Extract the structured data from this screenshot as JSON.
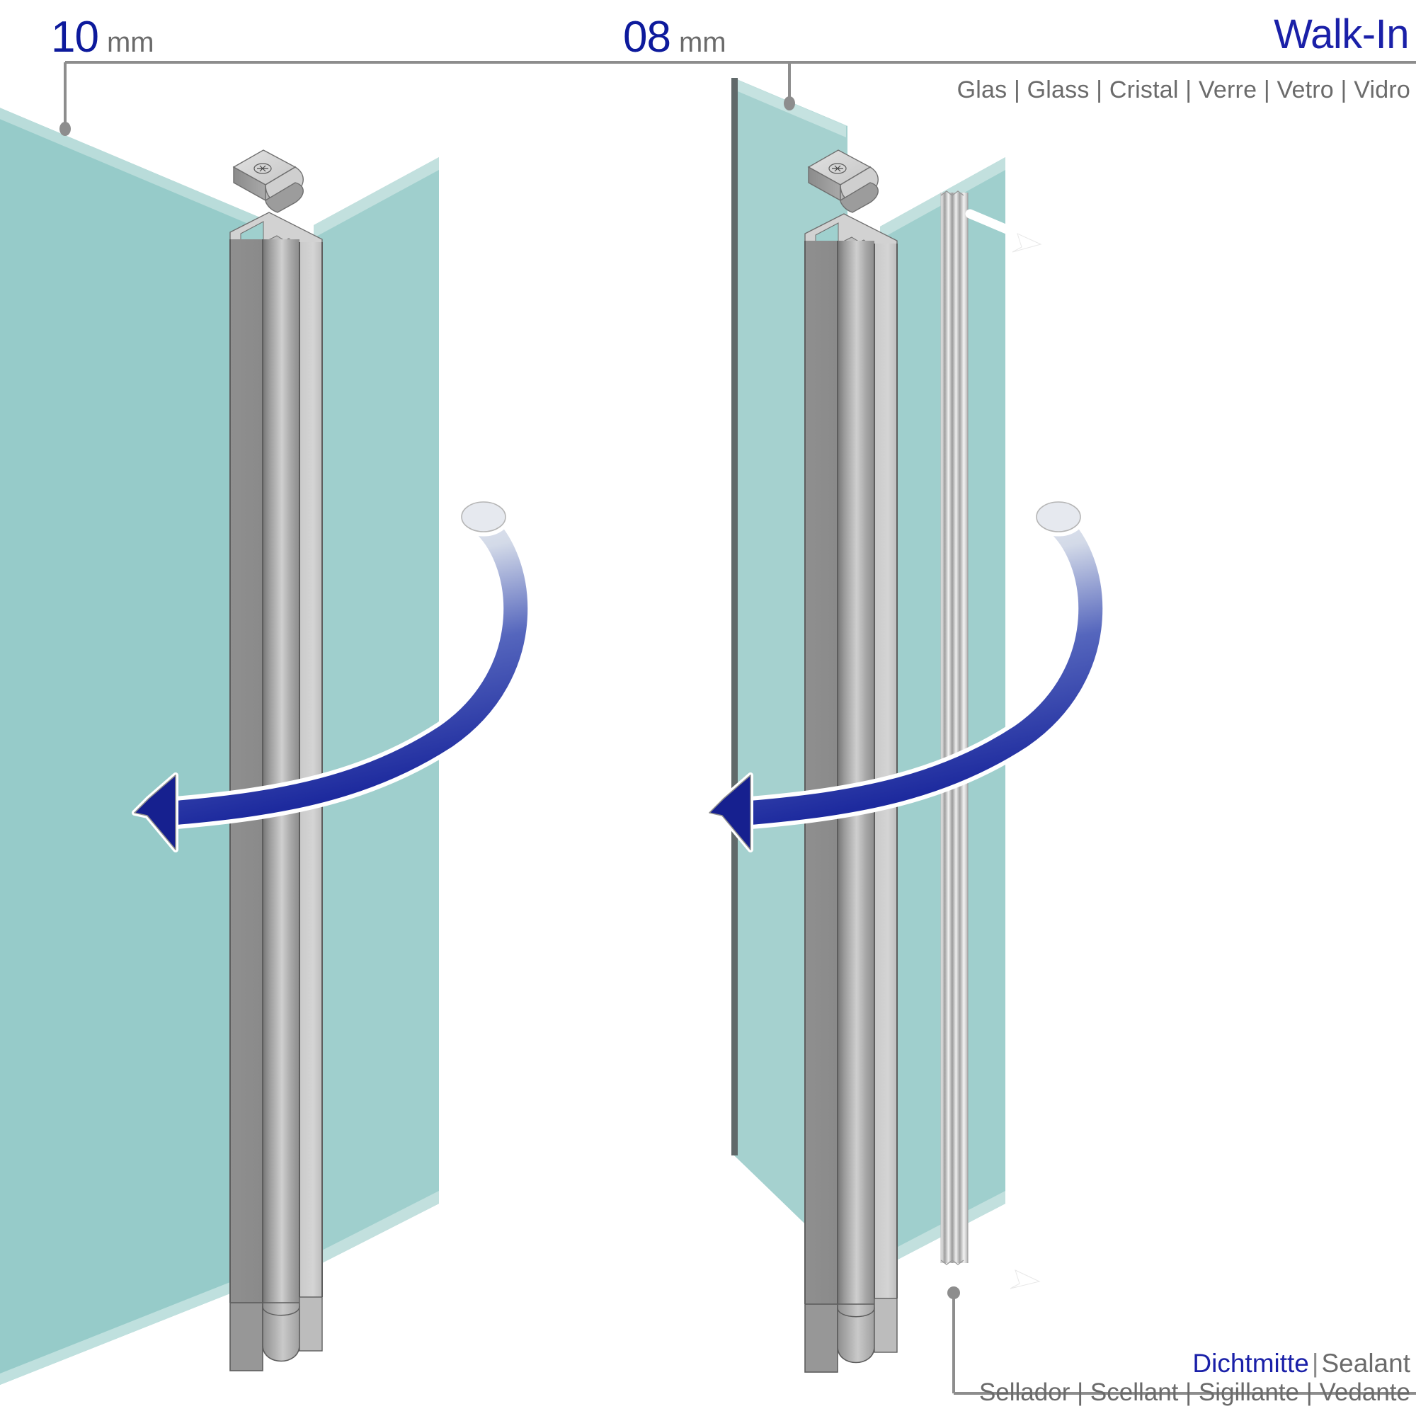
{
  "header": {
    "left_dim": {
      "value": "10",
      "unit": "mm"
    },
    "right_dim": {
      "value": "08",
      "unit": "mm"
    },
    "title": "Walk-In",
    "glass_languages": "Glas | Glass | Cristal | Verre | Vetro | Vidro",
    "glass_languages_parts": [
      "Glas",
      "Glass",
      "Cristal",
      "Verre",
      "Vetro",
      "Vidro"
    ]
  },
  "legend": {
    "sealant_de": "Dichtmitte",
    "sealant_en": "Sealant",
    "sealant_line2": "Sellador | Scellant | Sigillante | Vedante",
    "sealant_line2_parts": [
      "Sellador",
      "Scellant",
      "Sigillante",
      "Vedante"
    ]
  },
  "colors": {
    "glass_front": "#96CBC9",
    "glass_front_right": "#A5D1CF",
    "glass_side": "#B9DCDA",
    "glass_edge": "#CFE6E4",
    "accent_blue": "#1a20a8",
    "arrow_blue": "#1d2a9e",
    "metal_dark": "#8a8a8a",
    "metal_mid": "#b4b4b4",
    "metal_light": "#d8d8d8",
    "rule_gray": "#8d8d8d",
    "text_gray": "#6b6b6b"
  },
  "assemblies": [
    {
      "id": "left",
      "glass_thickness_mm": "10",
      "has_sealant_strip": false,
      "parts": [
        "glass-panel-front",
        "glass-panel-return",
        "hinge-cap",
        "hinge-profile",
        "pivot-pin",
        "bottom-cap"
      ],
      "swing_direction": "left"
    },
    {
      "id": "right",
      "glass_thickness_mm": "08",
      "has_sealant_strip": true,
      "parts": [
        "glass-panel-front",
        "glass-panel-return",
        "hinge-cap",
        "hinge-profile",
        "pivot-pin",
        "bottom-cap",
        "sealant-strip"
      ],
      "swing_direction": "left"
    }
  ]
}
